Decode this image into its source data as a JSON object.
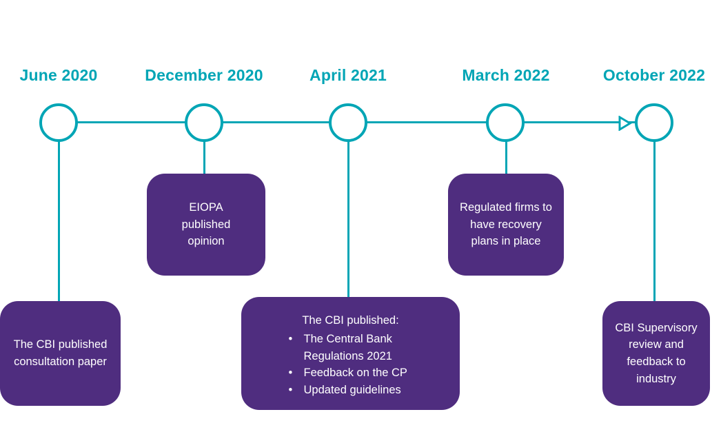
{
  "colors": {
    "teal": "#00A5B5",
    "purple": "#4F2D7F",
    "box_text": "#FFFFFF"
  },
  "milestones": [
    {
      "date": "June 2020",
      "text": "The CBI published consultation paper"
    },
    {
      "date": "December 2020",
      "text": "EIOPA published opinion"
    },
    {
      "date": "April 2021",
      "box_title": "The CBI published:",
      "bullets": [
        "The Central Bank Regulations 2021",
        "Feedback on the CP",
        "Updated guidelines"
      ]
    },
    {
      "date": "March 2022",
      "text": "Regulated firms to have recovery plans in place"
    },
    {
      "date": "October 2022",
      "text": "CBI Supervisory review and feedback to industry"
    }
  ]
}
